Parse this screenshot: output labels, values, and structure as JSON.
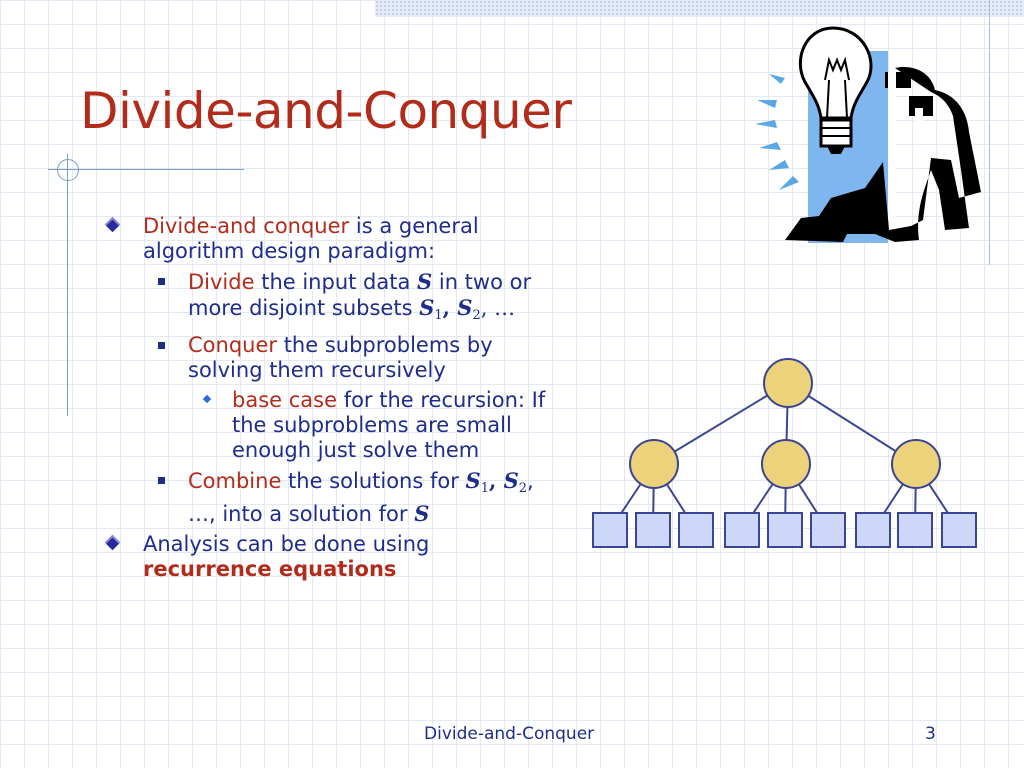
{
  "slide": {
    "title": "Divide-and-Conquer",
    "bullets": {
      "b1_red": "Divide-and conquer",
      "b1_rest": " is a general algorithm design paradigm:",
      "b1a_red": "Divide",
      "b1a_text": " the input data ",
      "b1a_s": "S",
      "b1a_text2": " in two or more disjoint subsets ",
      "b1a_s1": "S",
      "b1a_sub1": "1",
      "b1a_comma": ", ",
      "b1a_s2": "S",
      "b1a_sub2": "2",
      "b1a_end": ", …",
      "b1b_red": "Conquer",
      "b1b_text": " the subproblems by solving them recursively",
      "b1b1_red": "base case",
      "b1b1_text": " for the recursion: If the subproblems are small enough just solve them",
      "b1c_red": "Combine",
      "b1c_text": " the solutions for ",
      "b1c_s1": "S",
      "b1c_sub1": "1",
      "b1c_comma": ", ",
      "b1c_s2": "S",
      "b1c_sub2": "2",
      "b1c_text2": ", …, into a solution for ",
      "b1c_s": "S",
      "b2_text": "Analysis can be done using ",
      "b2_bold": "recurrence equations"
    },
    "footer": {
      "center": "Divide-and-Conquer",
      "page": "3"
    }
  },
  "colors": {
    "title_red": "#b22c1c",
    "text_blue": "#1e2c8a",
    "node_fill": "#ecd27a",
    "leaf_fill": "#cdd8f8",
    "edge": "#3a4694"
  },
  "icons": {
    "clipart": "lightbulb-idea-person-icon",
    "diagram": "recursion-tree-diagram"
  }
}
